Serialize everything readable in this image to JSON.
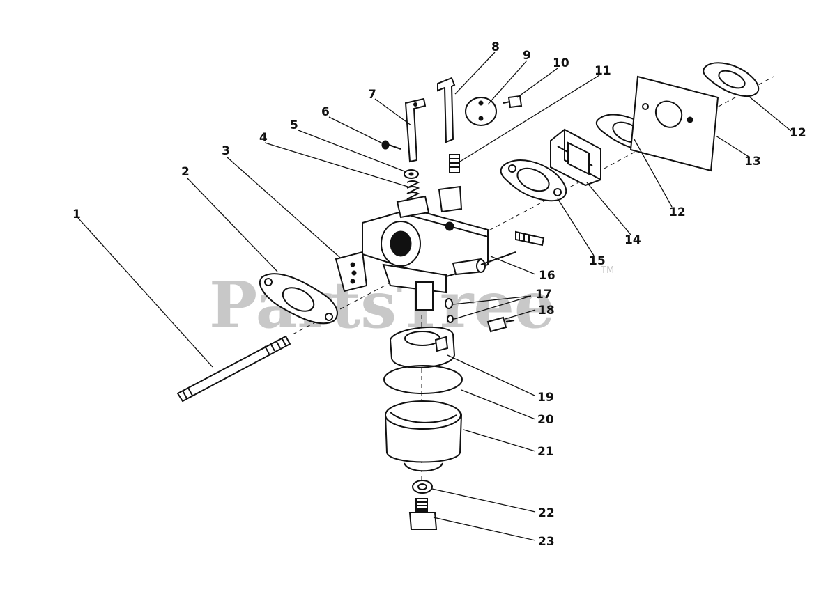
{
  "watermark": {
    "text": "PartsTree",
    "trademark": "TM"
  },
  "callouts": [
    "1",
    "2",
    "3",
    "4",
    "5",
    "6",
    "7",
    "8",
    "9",
    "10",
    "11",
    "12",
    "12",
    "13",
    "14",
    "15",
    "16",
    "17",
    "18",
    "19",
    "20",
    "21",
    "22",
    "23"
  ]
}
